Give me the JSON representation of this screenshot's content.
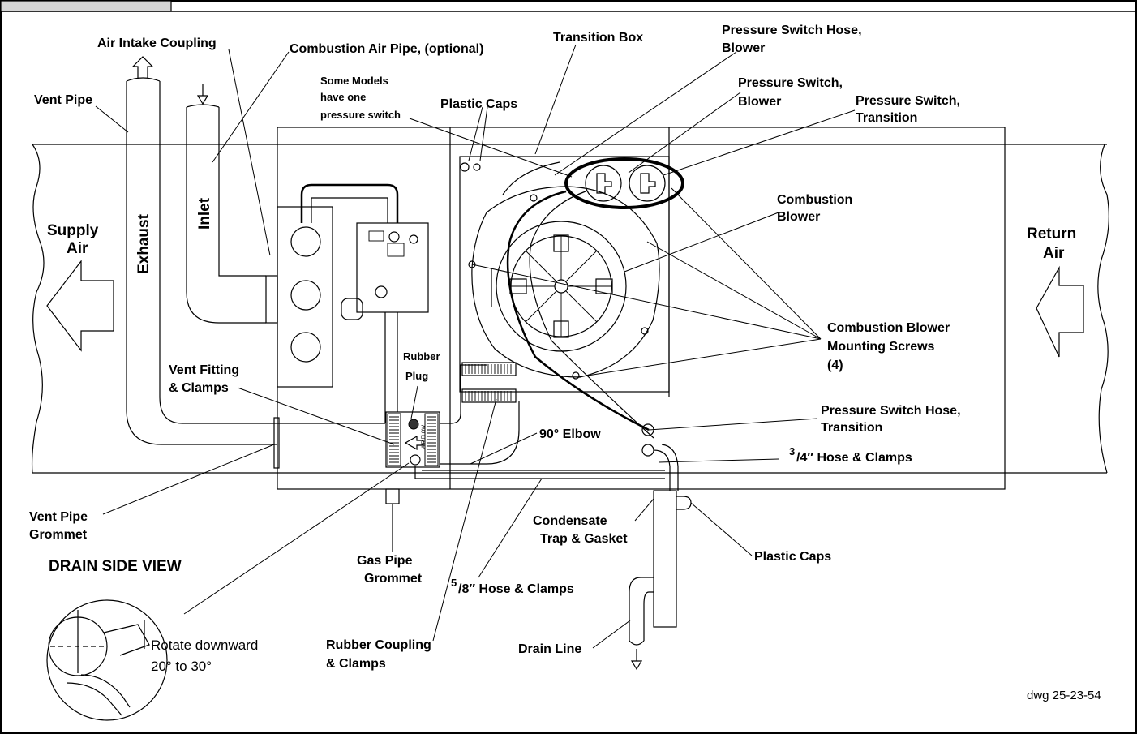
{
  "diagram": {
    "labels": {
      "air_intake_coupling": "Air Intake Coupling",
      "combustion_air_pipe": "Combustion Air Pipe, (optional)",
      "transition_box": "Transition Box",
      "pressure_switch_hose_blower_1": "Pressure Switch Hose,",
      "pressure_switch_hose_blower_2": "Blower",
      "vent_pipe": "Vent Pipe",
      "some_models_1": "Some Models",
      "some_models_2": "have one",
      "some_models_3": "pressure switch",
      "plastic_caps_top": "Plastic Caps",
      "pressure_switch_blower_1": "Pressure Switch,",
      "pressure_switch_blower_2": "Blower",
      "pressure_switch_transition_1": "Pressure Switch,",
      "pressure_switch_transition_2": "Transition",
      "combustion_blower_1": "Combustion",
      "combustion_blower_2": "Blower",
      "supply_air_1": "Supply",
      "supply_air_2": "Air",
      "return_air_1": "Return",
      "return_air_2": "Air",
      "exhaust": "Exhaust",
      "inlet": "Inlet",
      "blower_screws_1": "Combustion Blower",
      "blower_screws_2": "Mounting Screws",
      "blower_screws_3": "(4)",
      "rubber_plug_1": "Rubber",
      "rubber_plug_2": "Plug",
      "vent_fitting_1": "Vent Fitting",
      "vent_fitting_2": "& Clamps",
      "pressure_switch_hose_transition_1": "Pressure Switch Hose,",
      "pressure_switch_hose_transition_2": "Transition",
      "elbow": "90° Elbow",
      "hose_34_num": "3",
      "hose_34_den": "/4″ Hose & Clamps",
      "vent_pipe_grommet_1": "Vent Pipe",
      "vent_pipe_grommet_2": "Grommet",
      "condensate_trap_1": "Condensate",
      "condensate_trap_2": "Trap & Gasket",
      "plastic_caps_bottom": "Plastic Caps",
      "drain_side_view": "DRAIN SIDE VIEW",
      "gas_pipe_grommet_1": "Gas Pipe",
      "gas_pipe_grommet_2": "Grommet",
      "hose_58_num": "5",
      "hose_58_den": "/8″ Hose & Clamps",
      "rotate_1": "Rotate downward",
      "rotate_2": "20°  to 30°",
      "rubber_coupling_1": "Rubber Coupling",
      "rubber_coupling_2": "& Clamps",
      "drain_line": "Drain Line",
      "dwg_number": "dwg 25-23-54",
      "airflow_tag": "AIR FLOW"
    }
  }
}
